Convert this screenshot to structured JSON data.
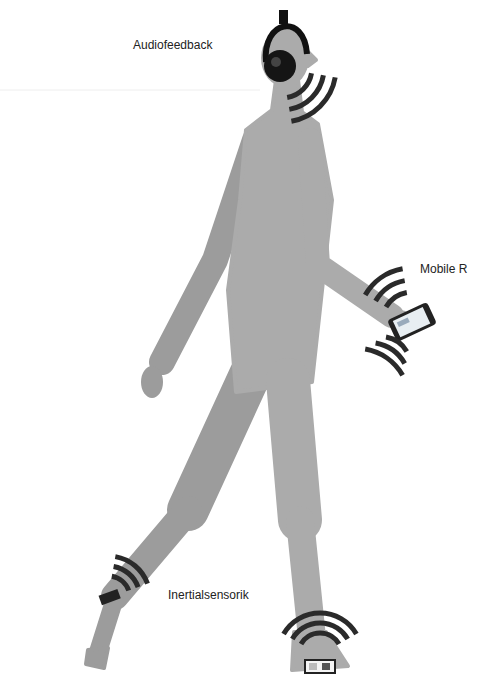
{
  "diagram": {
    "labels": [
      "Audiofeedback",
      "Mobile R",
      "Inertialsensorik"
    ]
  }
}
